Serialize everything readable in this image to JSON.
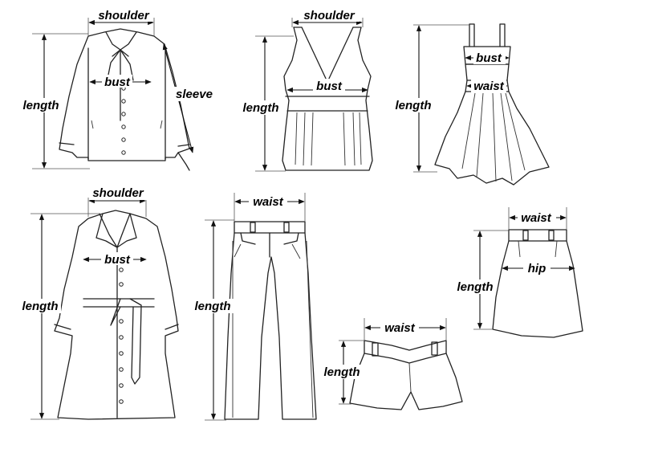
{
  "labels": {
    "shoulder": "shoulder",
    "bust": "bust",
    "sleeve": "sleeve",
    "length": "length",
    "waist": "waist",
    "hip": "hip"
  },
  "colors": {
    "line": "#222222",
    "background": "#ffffff"
  }
}
